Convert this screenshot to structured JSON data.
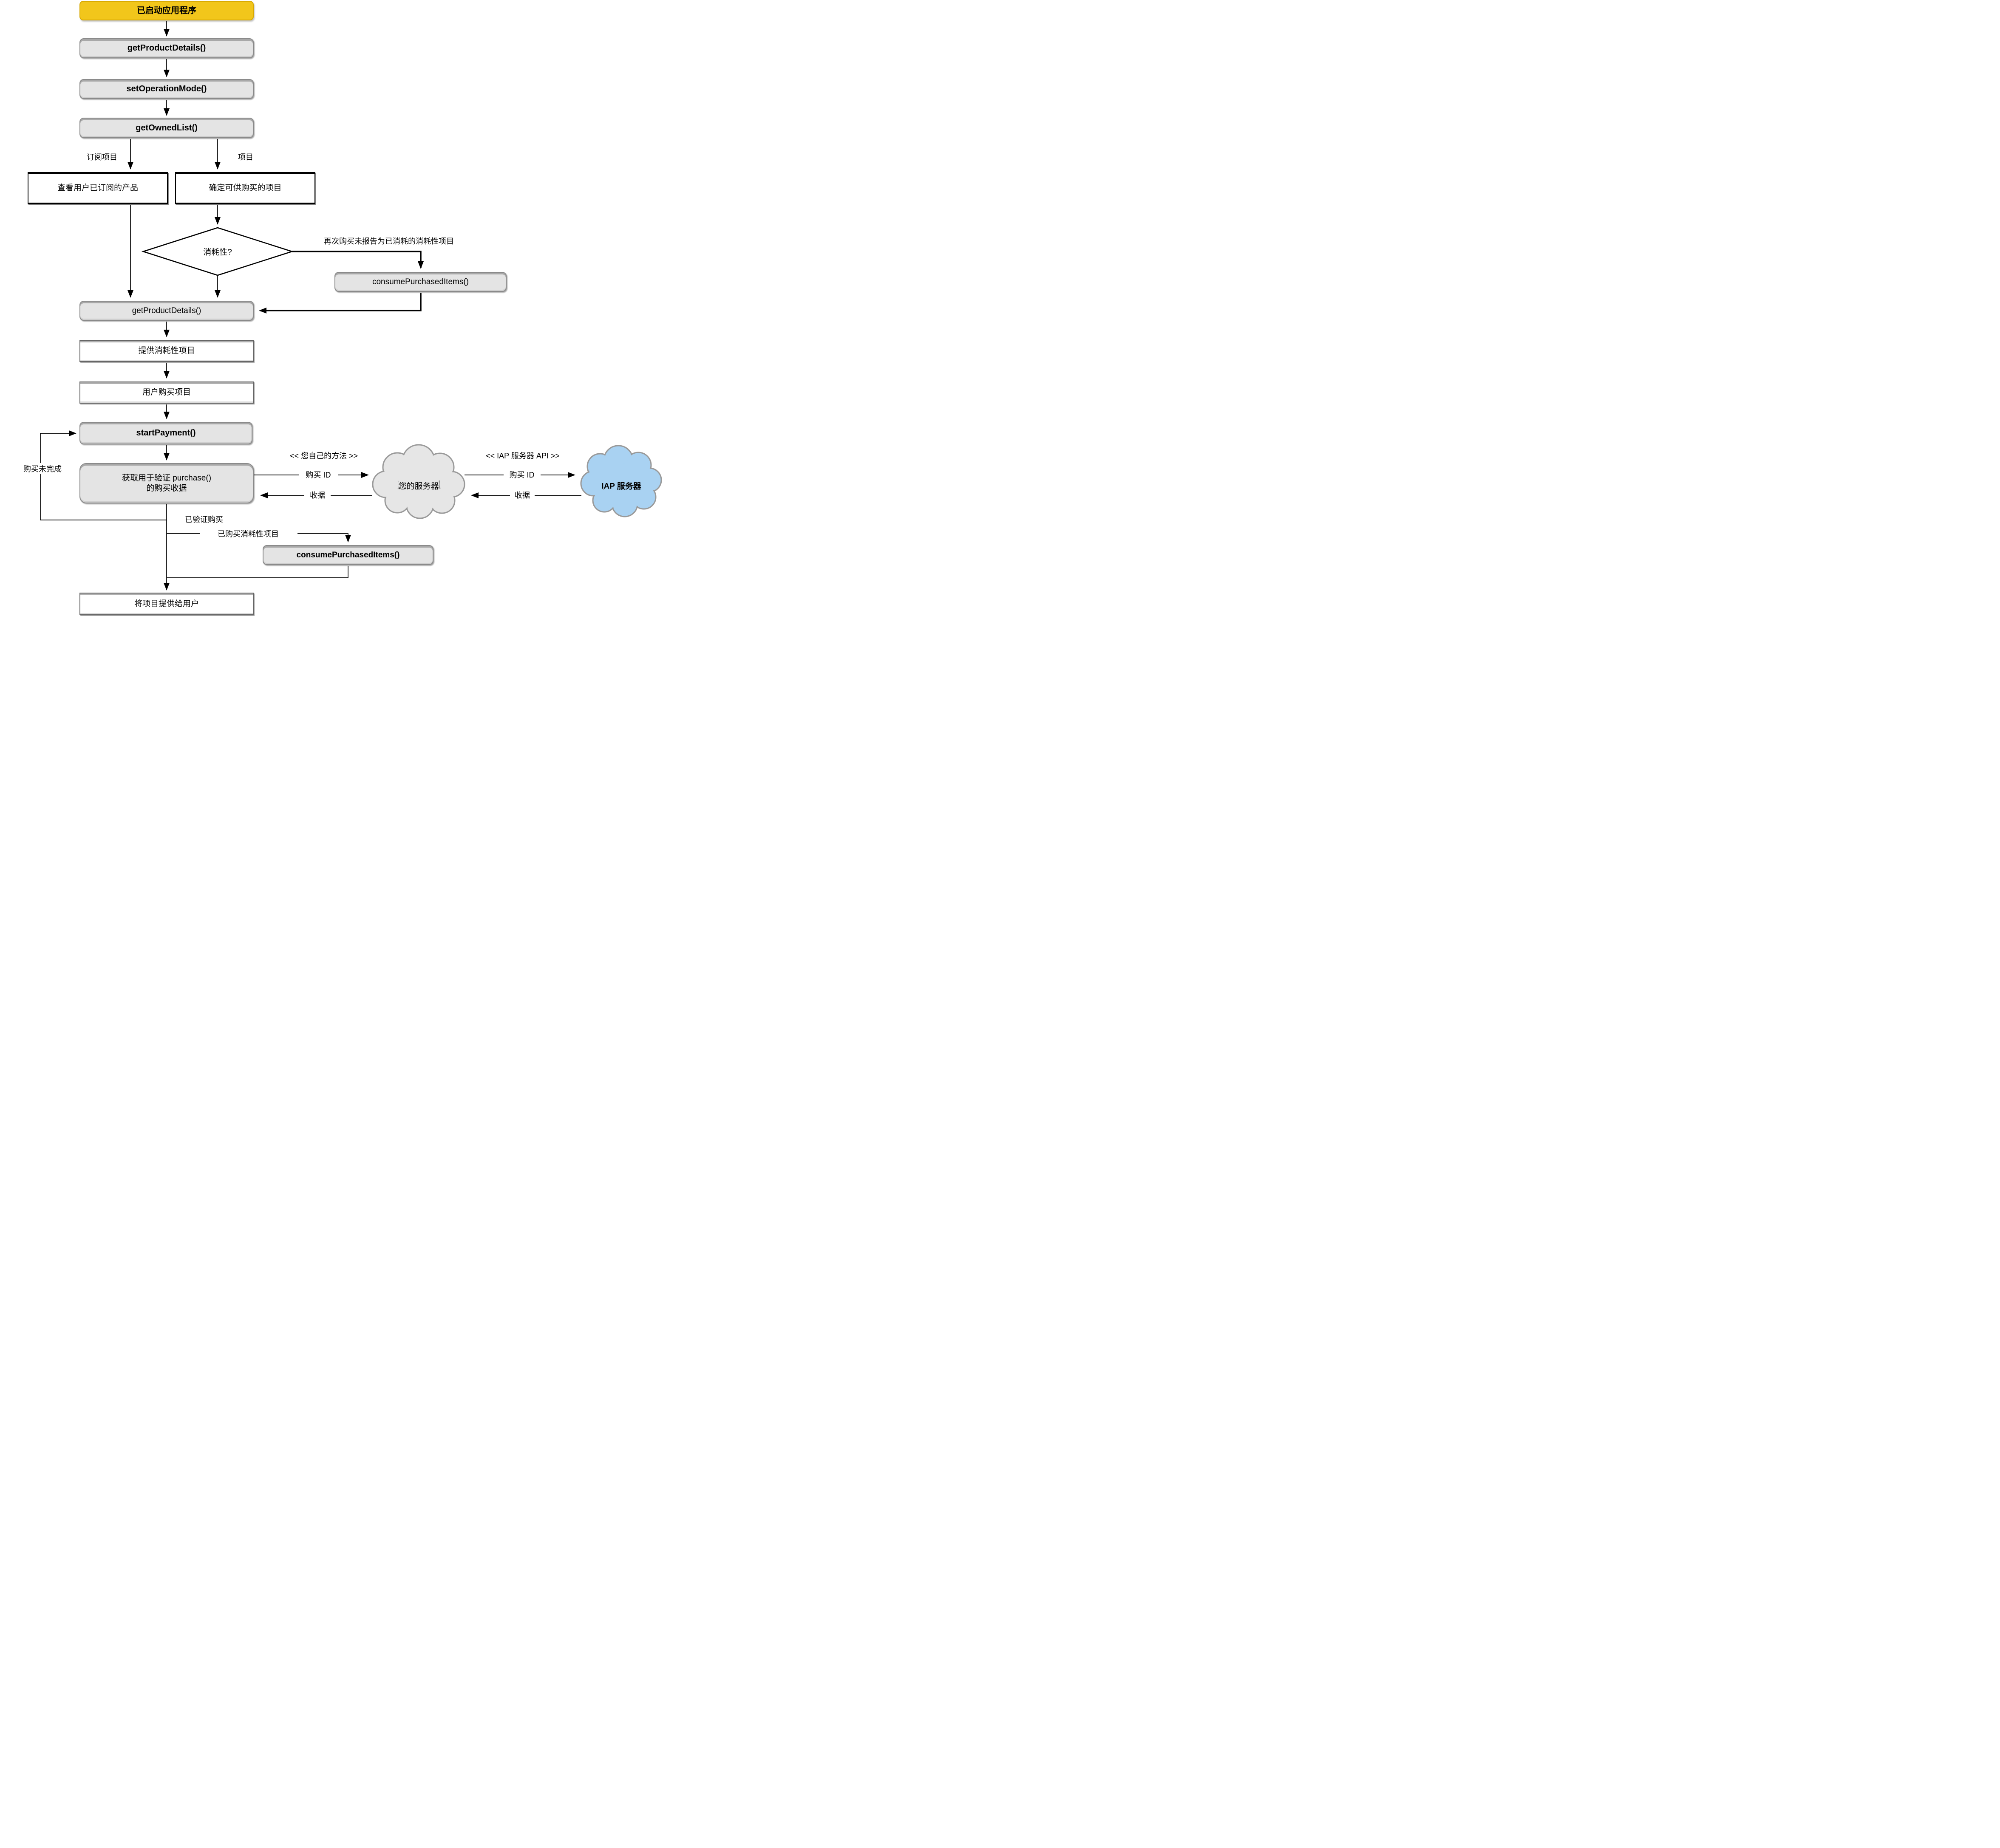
{
  "colors": {
    "start_fill": "#F2C61B",
    "start_border": "#D8A900",
    "process_fill": "#E4E4E4",
    "process_border": "#8A8A8A",
    "plain_border": "#000000",
    "cloud_gray_fill": "#E6E6E6",
    "cloud_blue_fill": "#A9D2F2",
    "cloud_stroke": "#999999",
    "line_color": "#000000"
  },
  "nodes": {
    "start": {
      "label": "已启动应用程序"
    },
    "get_product_details_1": {
      "label": "getProductDetails()"
    },
    "set_operation_mode": {
      "label": "setOperationMode()"
    },
    "get_owned_list": {
      "label": "getOwnedList()"
    },
    "view_subscribed": {
      "label": "查看用户已订阅的产品"
    },
    "determine_items": {
      "label": "确定可供购买的项目"
    },
    "consumable_decision": {
      "label": "消耗性?"
    },
    "consume_purchased_items_1": {
      "label": "consumePurchasedItems()"
    },
    "get_product_details_2": {
      "label": "getProductDetails()"
    },
    "offer_consumables": {
      "label": "提供消耗性项目"
    },
    "user_purchases_item": {
      "label": "用户购买项目"
    },
    "start_payment": {
      "label": "startPayment()"
    },
    "get_receipt": {
      "label_line1": "获取用于验证 purchase()",
      "label_line2": "的购买收据"
    },
    "consume_purchased_items_2": {
      "label": "consumePurchasedItems()"
    },
    "provide_item_to_user": {
      "label": "将项目提供给用户"
    },
    "your_server_cloud": {
      "label": "您的服务器"
    },
    "iap_server_cloud": {
      "label": "IAP 服务器"
    }
  },
  "edge_labels": {
    "subscription_items": "订阅项目",
    "items": "项目",
    "rebuy_unconsumed": "再次购买未报告为已消耗的消耗性项目",
    "purchase_incomplete": "购买未完成",
    "purchase_verified": "已验证购买",
    "consumable_purchased": "已购买消耗性项目",
    "your_own_method": "<< 您自己的方法 >>",
    "iap_server_api": "<< IAP 服务器 API >>",
    "purchase_id_to_your_server": "购买 ID",
    "receipt_from_your_server": "收据",
    "purchase_id_to_iap_server": "购买 ID",
    "receipt_from_iap_server": "收据"
  }
}
